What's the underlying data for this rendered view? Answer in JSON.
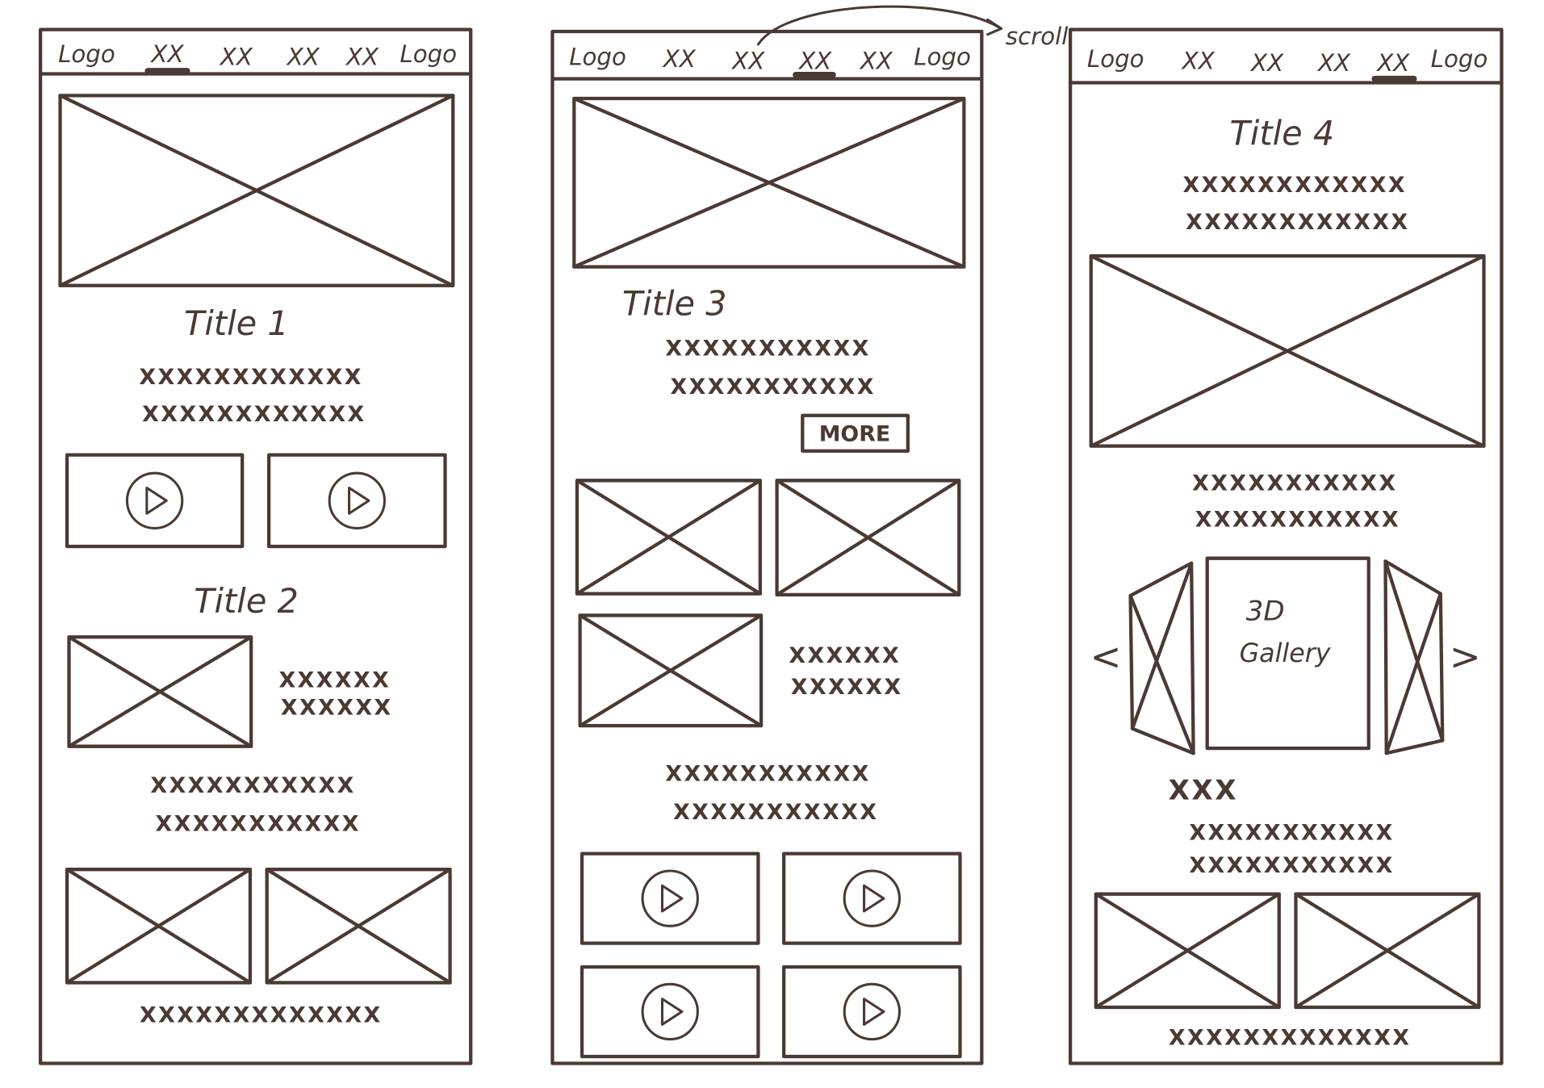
{
  "colors": {
    "ink": "#4a3a33",
    "paper": "#ffffff"
  },
  "annotation": "scroll",
  "panel1": {
    "nav": [
      "Logo",
      "XX",
      "XX",
      "XX",
      "XX",
      "Logo"
    ],
    "title1": "Title 1",
    "text1": [
      "XXXXXXXXXXXX",
      "XXXXXXXXXXXX"
    ],
    "title2": "Title 2",
    "side_text": [
      "XXXXXX",
      "XXXXXX"
    ],
    "text2": [
      "XXXXXXXXXXX",
      "XXXXXXXXXXX"
    ],
    "footer_text": "XXXXXXXXXXXXX"
  },
  "panel2": {
    "nav": [
      "Logo",
      "XX",
      "XX",
      "XX",
      "XX",
      "Logo"
    ],
    "title3": "Title 3",
    "text1": [
      "XXXXXXXXXXX",
      "XXXXXXXXXXX"
    ],
    "more_button": "MORE",
    "side_text": [
      "XXXXXX",
      "XXXXXX"
    ],
    "text2": [
      "XXXXXXXXXXX",
      "XXXXXXXXXXX"
    ]
  },
  "panel3": {
    "nav": [
      "Logo",
      "XX",
      "XX",
      "XX",
      "XX",
      "Logo"
    ],
    "title4": "Title 4",
    "text1": [
      "XXXXXXXXXXXX",
      "XXXXXXXXXXXX"
    ],
    "text2": [
      "XXXXXXXXXXX",
      "XXXXXXXXXXX"
    ],
    "gallery_label": [
      "3D",
      "Gallery"
    ],
    "prev": "<",
    "next": ">",
    "subheading": "XXX",
    "text3": [
      "XXXXXXXXXXX",
      "XXXXXXXXXXX"
    ],
    "footer_text": "XXXXXXXXXXXXX"
  }
}
